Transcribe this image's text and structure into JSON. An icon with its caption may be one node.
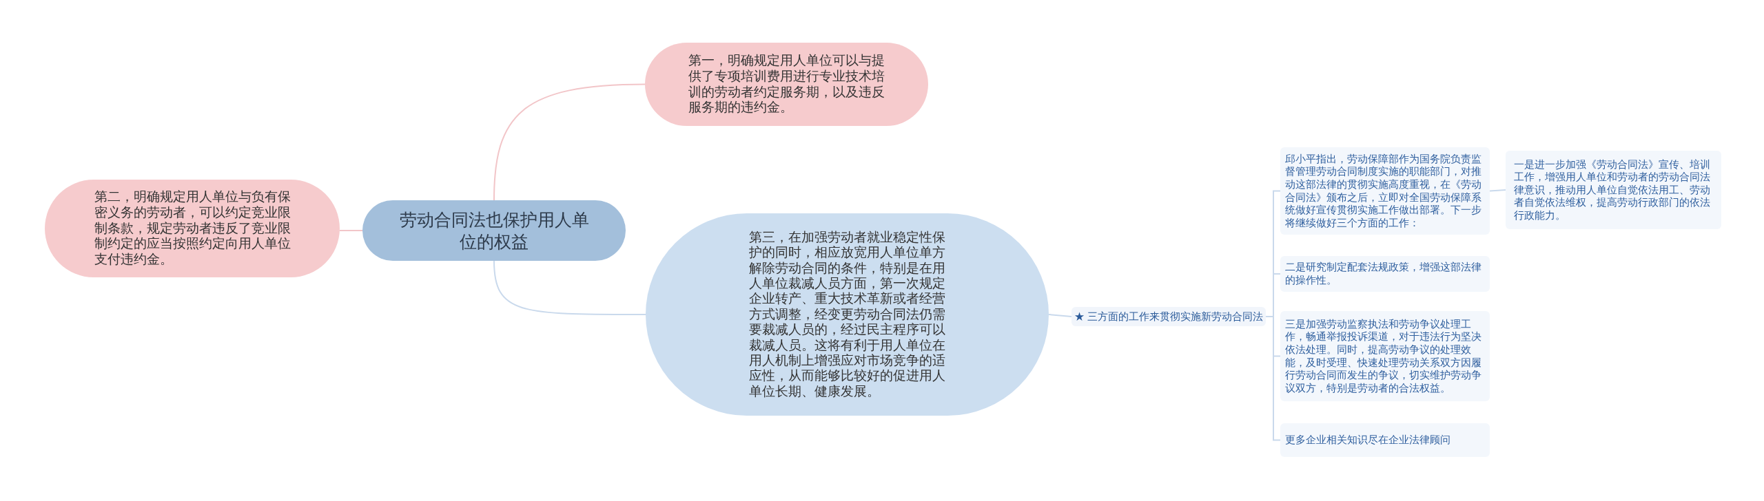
{
  "diagram": {
    "nodes": [
      {
        "text": [
          "劳动合同法也保护用人单位的权益"
        ]
      },
      {
        "text": [
          "第一，明确规定用人单位可以与提供了专项培训费用进行专业技术培训的劳动者约定服务期，以及违反服务期的违约金。"
        ]
      },
      {
        "text": [
          "第二，明确规定用人单位与负有保密义务的劳动者，可以约定竞业限制条款，规定劳动者违反了竞业限制约定的应当按照约定向用人单位支付违约金。"
        ]
      },
      {
        "text": [
          "第三，在加强劳动者就业稳定性保护的同时，相应放宽用人单位单方解除劳动合同的条件，特别是在用人单位裁减人员方面，第一次规定企业转产、重大技术革新或者经营方式调整，经变更劳动合同法仍需要裁减人员的，经过民主程序可以裁减人员。这将有利于用人单位在用人机制上增强应对市场竞争的适应性，从而能够比较好的促进用人单位长期、健康发展。"
        ]
      },
      {
        "text": [
          "★ 三方面的工作来贯彻实施新劳动合同法"
        ]
      },
      {
        "text": [
          "邱小平指出，劳动保障部作为国务院负责监督管理劳动合同制度实施的职能部门，对推动这部法律的贯彻实施高度重视，在《劳动合同法》颁布之后，立即对全国劳动保障系统做好宣传贯彻实施工作做出部署。下一步将继续做好三个方面的工作："
        ]
      },
      {
        "text": [
          "一是进一步加强《劳动合同法》宣传、培训工作，增强用人单位和劳动者的劳动合同法律意识，推动用人单位自觉依法用工、劳动者自觉依法维权，提高劳动行政部门的依法行政能力。"
        ]
      },
      {
        "text": [
          "二是研究制定配套法规政策，增强这部法律的操作性。"
        ]
      },
      {
        "text": [
          "三是加强劳动监察执法和劳动争议处理工作，畅通举报投诉渠道，对于违法行为坚决依法处理。同时，提高劳动争议的处理效能，及时受理、快速处理劳动关系双方因履行劳动合同而发生的争议，切实维护劳动争议双方，特别是劳动者的合法权益。"
        ]
      },
      {
        "text": [
          "更多企业相关知识尽在企业法律顾问"
        ]
      }
    ],
    "edges": [
      {
        "from": 0,
        "to": 1,
        "arrow": "none",
        "color": "#f2c5c8"
      },
      {
        "from": 0,
        "to": 2,
        "arrow": "none",
        "color": "#f2c5c8"
      },
      {
        "from": 0,
        "to": 3,
        "arrow": "none"
      },
      {
        "from": 3,
        "to": 4,
        "arrow": "none"
      },
      {
        "from": 4,
        "to": 5,
        "arrow": "none"
      },
      {
        "from": 5,
        "to": 6,
        "arrow": "none"
      },
      {
        "from": 4,
        "to": 7,
        "arrow": "none"
      },
      {
        "from": 4,
        "to": 8,
        "arrow": "none"
      },
      {
        "from": 4,
        "to": 9,
        "arrow": "none"
      }
    ]
  }
}
